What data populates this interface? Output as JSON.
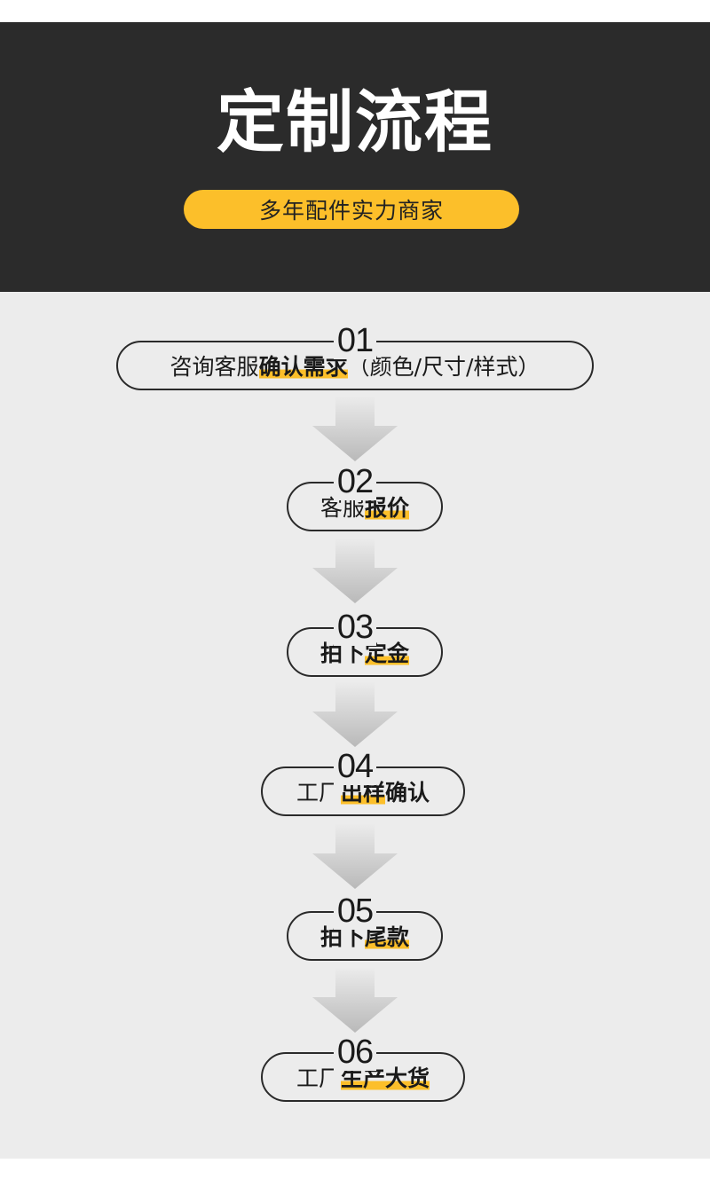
{
  "header": {
    "title": "定制流程",
    "subtitle": "多年配件实力商家"
  },
  "colors": {
    "header_bg": "#2b2b2b",
    "accent": "#fcbf2a",
    "body_bg": "#ececec"
  },
  "steps": [
    {
      "number": "01",
      "pre": "咨询客服",
      "pre_bold": "",
      "highlight": "确认需求",
      "post": "（颜色/尺寸/样式）"
    },
    {
      "number": "02",
      "pre": "客服",
      "pre_bold": "",
      "highlight": "报价",
      "post": ""
    },
    {
      "number": "03",
      "pre": "",
      "pre_bold": "拍下",
      "highlight": "定金",
      "post": ""
    },
    {
      "number": "04",
      "pre": "工厂",
      "pre_bold": "",
      "highlight": "出样",
      "post_bold": "确认"
    },
    {
      "number": "05",
      "pre": "",
      "pre_bold": "拍下",
      "highlight": "尾款",
      "post": ""
    },
    {
      "number": "06",
      "pre": "工厂",
      "pre_bold": "",
      "highlight": "生产大货",
      "post": ""
    }
  ]
}
